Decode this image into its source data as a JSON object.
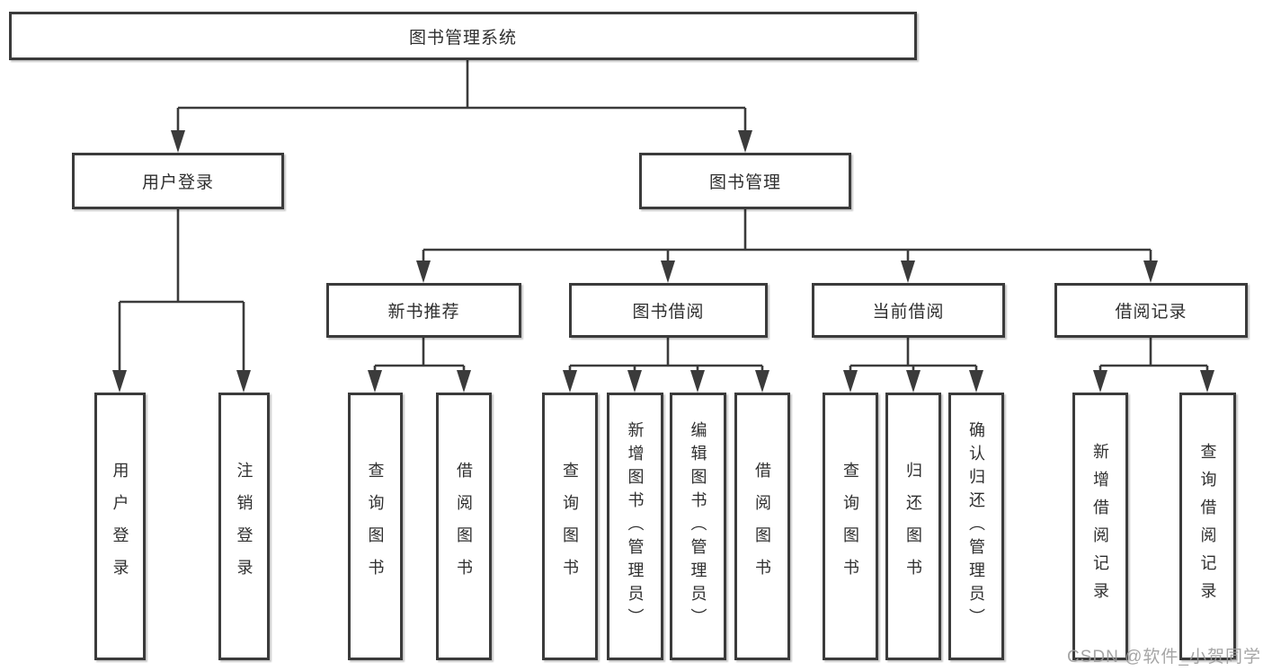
{
  "diagram": {
    "root": {
      "label": "图书管理系统"
    },
    "branches": [
      {
        "label": "用户登录",
        "children": [
          {
            "label": "用户登录"
          },
          {
            "label": "注销登录"
          }
        ]
      },
      {
        "label": "图书管理",
        "sections": [
          {
            "label": "新书推荐",
            "children": [
              {
                "label": "查询图书"
              },
              {
                "label": "借阅图书"
              }
            ]
          },
          {
            "label": "图书借阅",
            "children": [
              {
                "label": "查询图书"
              },
              {
                "label": "新增图书（管理员）"
              },
              {
                "label": "编辑图书（管理员）"
              },
              {
                "label": "借阅图书"
              }
            ]
          },
          {
            "label": "当前借阅",
            "children": [
              {
                "label": "查询图书"
              },
              {
                "label": "归还图书"
              },
              {
                "label": "确认归还（管理员）"
              }
            ]
          },
          {
            "label": "借阅记录",
            "children": [
              {
                "label": "新增借阅记录"
              },
              {
                "label": "查询借阅记录"
              }
            ]
          }
        ]
      }
    ]
  },
  "watermark": {
    "text": "CSDN @软件_小贺同学"
  },
  "colors": {
    "line": "#3b3b3b",
    "box_border": "#3b3b3b",
    "box_fill": "#ffffff",
    "text": "#2f2f2f",
    "background": "#ffffff",
    "watermark": "#9b9b9b"
  }
}
